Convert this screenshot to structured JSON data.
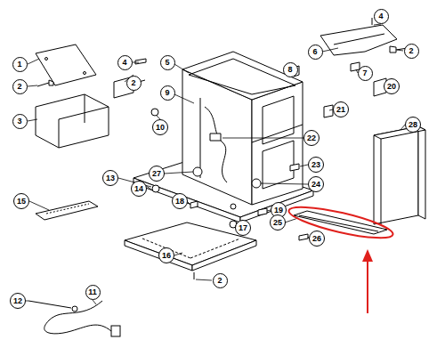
{
  "diagram": {
    "nodes": [
      {
        "text": [
          "4"
        ]
      },
      {
        "text": [
          "6"
        ]
      },
      {
        "text": [
          "2"
        ]
      },
      {
        "text": [
          "1"
        ]
      },
      {
        "text": [
          "4"
        ]
      },
      {
        "text": [
          "5"
        ]
      },
      {
        "text": [
          "8"
        ]
      },
      {
        "text": [
          "7"
        ]
      },
      {
        "text": [
          "2"
        ]
      },
      {
        "text": [
          "2"
        ]
      },
      {
        "text": [
          "20"
        ]
      },
      {
        "text": [
          "9"
        ]
      },
      {
        "text": [
          "21"
        ]
      },
      {
        "text": [
          "3"
        ]
      },
      {
        "text": [
          "28"
        ]
      },
      {
        "text": [
          "10"
        ]
      },
      {
        "text": [
          "22"
        ]
      },
      {
        "text": [
          "23"
        ]
      },
      {
        "text": [
          "27"
        ]
      },
      {
        "text": [
          "13"
        ]
      },
      {
        "text": [
          "24"
        ]
      },
      {
        "text": [
          "14"
        ]
      },
      {
        "text": [
          "15"
        ]
      },
      {
        "text": [
          "18"
        ]
      },
      {
        "text": [
          "19"
        ]
      },
      {
        "text": [
          "25"
        ]
      },
      {
        "text": [
          "17"
        ]
      },
      {
        "text": [
          "26"
        ]
      },
      {
        "text": [
          "16"
        ]
      },
      {
        "text": [
          "2"
        ]
      },
      {
        "text": [
          "11"
        ]
      },
      {
        "text": [
          "12"
        ]
      }
    ]
  }
}
